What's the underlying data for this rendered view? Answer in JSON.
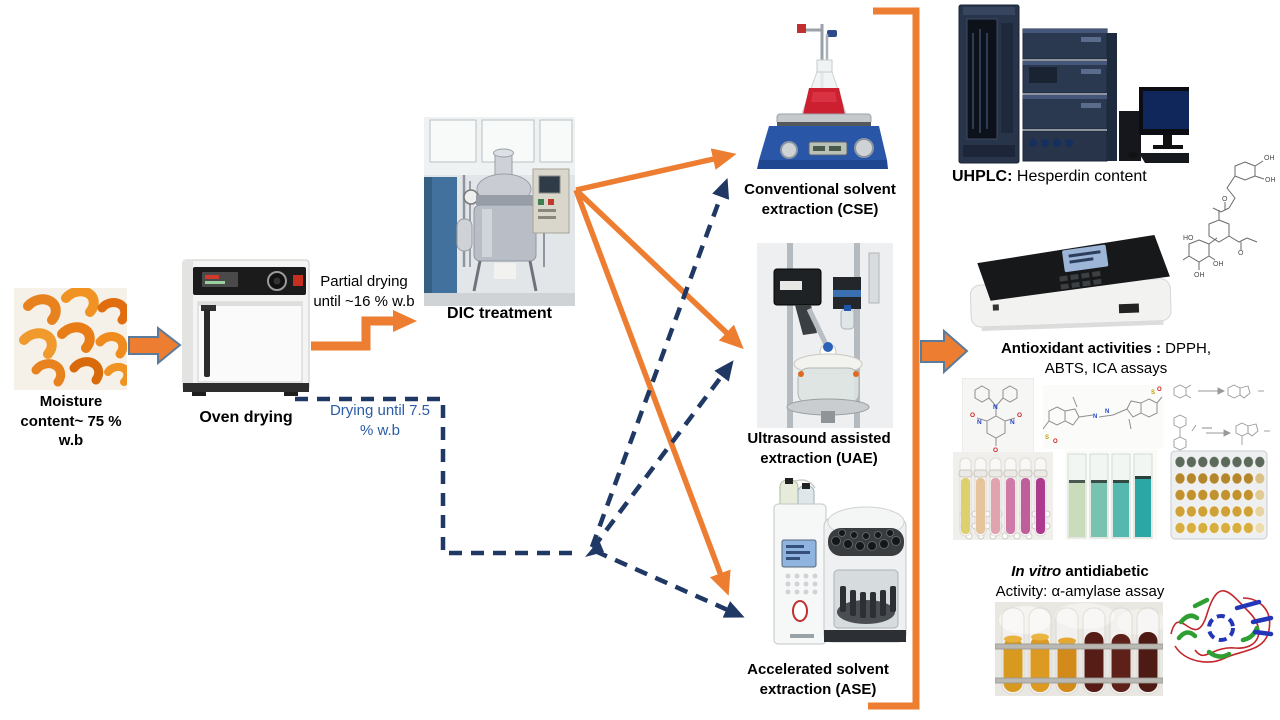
{
  "colors": {
    "orange": "#ED7D31",
    "navy_dashed": "#1F3864",
    "blue_text": "#2A5CAA",
    "fat_arrow_outline": "#5B7B9C"
  },
  "flow": {
    "moisture": {
      "line1": "Moisture",
      "line2": "content~ 75 %",
      "line3": "w.b"
    },
    "oven_label": "Oven drying",
    "partial_drying": {
      "line1": "Partial drying",
      "line2": "until ~16 % w.b"
    },
    "dic_label": "DIC treatment",
    "bypass_drying": {
      "line1": "Drying until 7.5",
      "line2": "% w.b"
    }
  },
  "extractions": {
    "cse": {
      "line1": "Conventional solvent",
      "line2": "extraction (CSE)"
    },
    "uae": {
      "line1": "Ultrasound assisted",
      "line2": "extraction (UAE)"
    },
    "ase": {
      "line1": "Accelerated solvent",
      "line2": "extraction (ASE)"
    }
  },
  "analyses": {
    "uhplc": {
      "bold": "UHPLC:",
      "rest": " Hesperdin content"
    },
    "antioxidant": {
      "bold": "Antioxidant activities :",
      "rest": " DPPH,",
      "line2": "ABTS, ICA assays"
    },
    "antidiabetic": {
      "italic_bold": "In vitro",
      "bold": " antidiabetic",
      "line2": "Activity: α-amylase assay"
    }
  },
  "structures": {
    "oh": "OH",
    "ho": "HO",
    "o": "O",
    "n": "N",
    "s": "S"
  },
  "edges": [
    {
      "from": "orange-peels",
      "to": "oven-drying",
      "style": "solid-orange-fat-arrow"
    },
    {
      "from": "oven-drying",
      "to": "dic-treatment",
      "style": "solid-orange-elbow",
      "note": "Partial drying until ~16 % w.b"
    },
    {
      "from": "dic-treatment",
      "to": "cse",
      "style": "solid-orange"
    },
    {
      "from": "dic-treatment",
      "to": "uae",
      "style": "solid-orange"
    },
    {
      "from": "dic-treatment",
      "to": "ase",
      "style": "solid-orange"
    },
    {
      "from": "oven-drying",
      "to": "cse",
      "style": "dashed-navy",
      "note": "Drying until 7.5 % w.b"
    },
    {
      "from": "oven-drying",
      "to": "uae",
      "style": "dashed-navy"
    },
    {
      "from": "oven-drying",
      "to": "ase",
      "style": "dashed-navy"
    },
    {
      "from": "extractions-bracket",
      "to": "analyses",
      "style": "solid-orange-fat-arrow"
    }
  ]
}
